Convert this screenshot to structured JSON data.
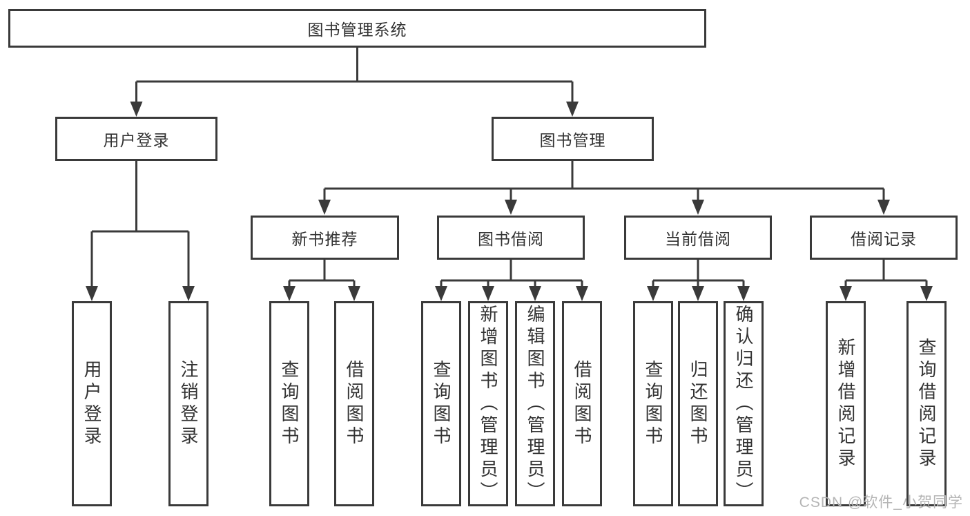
{
  "tree": {
    "root": {
      "label": "图书管理系统"
    },
    "branches": [
      {
        "label": "用户登录",
        "children": [
          {
            "label": "用户登录"
          },
          {
            "label": "注销登录"
          }
        ]
      },
      {
        "label": "图书管理",
        "sections": [
          {
            "label": "新书推荐",
            "children": [
              {
                "label": "查询图书"
              },
              {
                "label": "借阅图书"
              }
            ]
          },
          {
            "label": "图书借阅",
            "children": [
              {
                "label": "查询图书"
              },
              {
                "label": "新增图书（管理员）"
              },
              {
                "label": "编辑图书（管理员）"
              },
              {
                "label": "借阅图书"
              }
            ]
          },
          {
            "label": "当前借阅",
            "children": [
              {
                "label": "查询图书"
              },
              {
                "label": "归还图书"
              },
              {
                "label": "确认归还（管理员）"
              }
            ]
          },
          {
            "label": "借阅记录",
            "children": [
              {
                "label": "新增借阅记录"
              },
              {
                "label": "查询借阅记录"
              }
            ]
          }
        ]
      }
    ]
  },
  "watermark": {
    "text": "CSDN @软件_小贺同学"
  },
  "colors": {
    "line": "#3a3a3a",
    "text": "#333333",
    "background": "#ffffff",
    "watermark": "#b5b5b5"
  }
}
